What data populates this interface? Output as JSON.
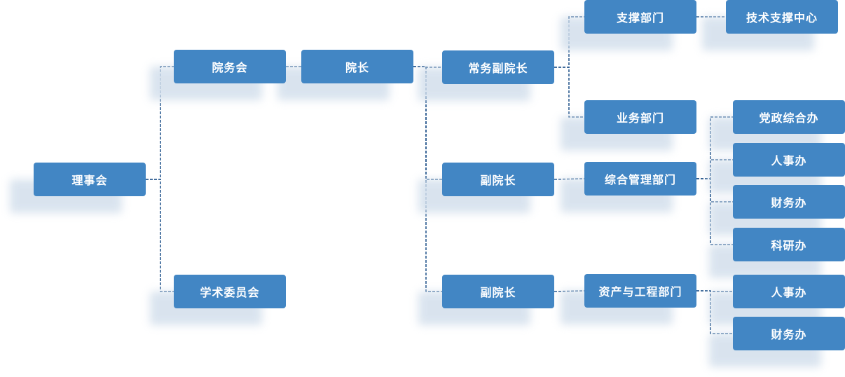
{
  "org_chart": {
    "root": {
      "id": "board",
      "label": "理事会"
    },
    "nodes": [
      {
        "id": "board",
        "label": "理事会"
      },
      {
        "id": "affairs_council",
        "label": "院务会"
      },
      {
        "id": "president",
        "label": "院长"
      },
      {
        "id": "academic_committee",
        "label": "学术委员会"
      },
      {
        "id": "exec_vp",
        "label": "常务副院长"
      },
      {
        "id": "vp1",
        "label": "副院长"
      },
      {
        "id": "vp2",
        "label": "副院长"
      },
      {
        "id": "support_dept",
        "label": "支撑部门"
      },
      {
        "id": "business_dept",
        "label": "业务部门"
      },
      {
        "id": "general_mgmt_dept",
        "label": "综合管理部门"
      },
      {
        "id": "asset_eng_dept",
        "label": "资产与工程部门"
      },
      {
        "id": "tech_support_center",
        "label": "技术支撑中心"
      },
      {
        "id": "party_admin_office",
        "label": "党政综合办"
      },
      {
        "id": "hr_office_1",
        "label": "人事办"
      },
      {
        "id": "finance_office_1",
        "label": "财务办"
      },
      {
        "id": "research_office",
        "label": "科研办"
      },
      {
        "id": "hr_office_2",
        "label": "人事办"
      },
      {
        "id": "finance_office_2",
        "label": "财务办"
      }
    ],
    "edges": [
      [
        "board",
        "affairs_council"
      ],
      [
        "board",
        "academic_committee"
      ],
      [
        "affairs_council",
        "president"
      ],
      [
        "president",
        "exec_vp"
      ],
      [
        "president",
        "vp1"
      ],
      [
        "president",
        "vp2"
      ],
      [
        "exec_vp",
        "support_dept"
      ],
      [
        "exec_vp",
        "business_dept"
      ],
      [
        "support_dept",
        "tech_support_center"
      ],
      [
        "vp1",
        "general_mgmt_dept"
      ],
      [
        "vp2",
        "asset_eng_dept"
      ],
      [
        "general_mgmt_dept",
        "party_admin_office"
      ],
      [
        "general_mgmt_dept",
        "hr_office_1"
      ],
      [
        "general_mgmt_dept",
        "finance_office_1"
      ],
      [
        "general_mgmt_dept",
        "research_office"
      ],
      [
        "asset_eng_dept",
        "hr_office_2"
      ],
      [
        "asset_eng_dept",
        "finance_office_2"
      ]
    ],
    "colors": {
      "node_fill": "#4286c4",
      "node_text": "#ffffff",
      "connector": "#2a5a8f",
      "shadow": "#d3dfec"
    }
  }
}
